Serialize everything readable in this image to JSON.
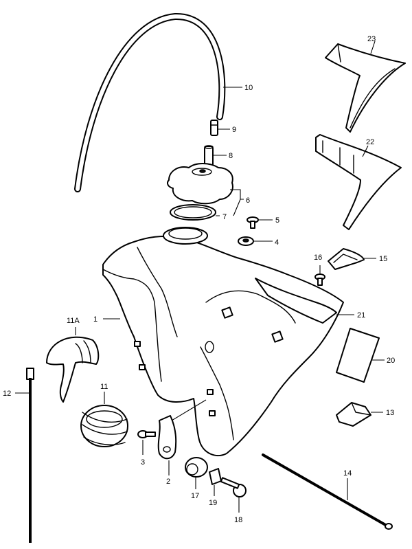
{
  "callouts": {
    "c1": "1",
    "c2": "2",
    "c3": "3",
    "c4": "4",
    "c5": "5",
    "c6": "6",
    "c7": "7",
    "c8": "8",
    "c9": "9",
    "c10": "10",
    "c11": "11",
    "c11a": "11A",
    "c12": "12",
    "c13": "13",
    "c14": "14",
    "c15": "15",
    "c16": "16",
    "c17": "17",
    "c18": "18",
    "c19": "19",
    "c20": "20",
    "c21": "21",
    "c22": "22",
    "c23": "23"
  }
}
